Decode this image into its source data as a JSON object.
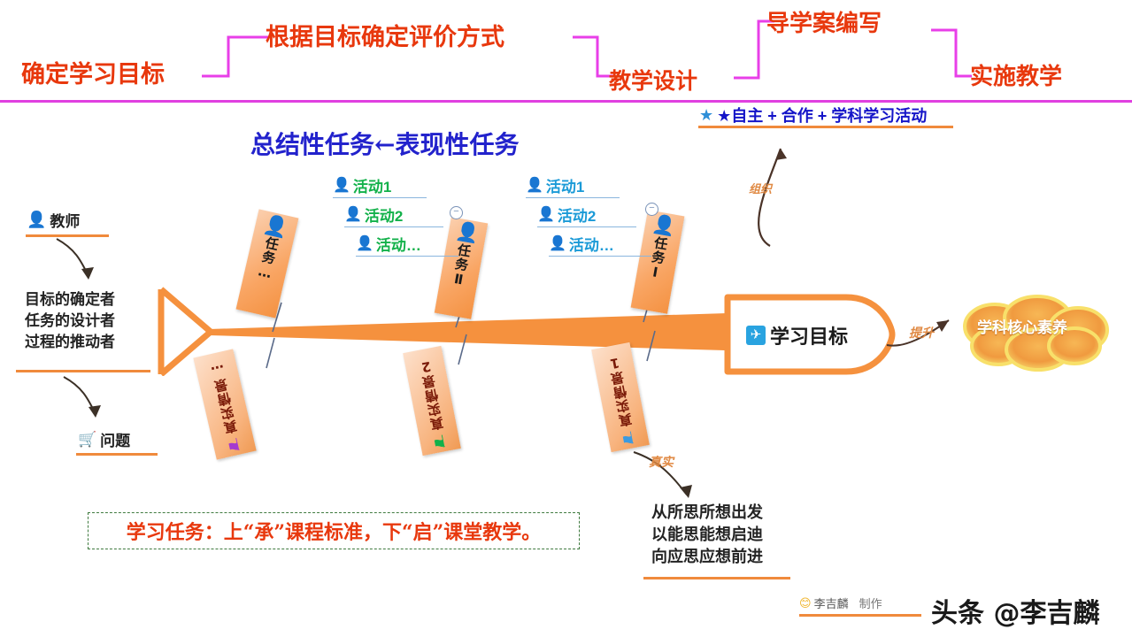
{
  "header": {
    "steps": [
      {
        "label": "确定学习目标"
      },
      {
        "label": "根据目标确定评价方式"
      },
      {
        "label": "教学设计"
      },
      {
        "label": "导学案编写"
      },
      {
        "label": "实施教学"
      }
    ],
    "rule_color": "#e040e0"
  },
  "top_banners": {
    "activity_formula": "★自主 + 合作 + 学科学习活动",
    "task_flow": "总结性任务←表现性任务"
  },
  "teacher_panel": {
    "role_icon": "person-icon",
    "role_label": "教师",
    "duties": [
      "目标的确定者",
      "任务的设计者",
      "过程的推动者"
    ],
    "problem_icon": "cart-icon",
    "problem_label": "问题"
  },
  "task_groups": [
    {
      "card_label": "任务…",
      "icon_color": "#a53ad0",
      "activities": []
    },
    {
      "card_label": "任务Ⅱ",
      "icon_color": "#12b14a",
      "collapse_icon": "minus-circle-icon",
      "activities": [
        "活动1",
        "活动2",
        "活动…"
      ]
    },
    {
      "card_label": "任务Ⅰ",
      "icon_color": "#1a9ad7",
      "collapse_icon": "minus-circle-icon",
      "activities": [
        "活动1",
        "活动2",
        "活动…"
      ]
    }
  ],
  "scenario_cards": [
    {
      "label": "真实情景…",
      "flag_color": "#a53ad0"
    },
    {
      "label": "真实情景2",
      "flag_color": "#12b14a"
    },
    {
      "label": "真实情景1",
      "flag_color": "#3b9ae0"
    }
  ],
  "goal": {
    "icon": "airplane-icon",
    "label": "学习目标"
  },
  "outcome": {
    "connector_label": "提升",
    "cloud_label": "学科核心素养"
  },
  "connectors": {
    "organize": "组织",
    "real": "真实"
  },
  "bottom_note": {
    "text": "学习任务：上“承”课程标准，下“启”课堂教学。"
  },
  "poem": {
    "lines": [
      "从所思所想出发",
      "以能思能想启迪",
      "向应思应想前进"
    ]
  },
  "footer": {
    "smiley_icon": "smiley-icon",
    "author": "李吉麟",
    "made_by": "制作",
    "watermark": "头条 @李吉麟"
  }
}
